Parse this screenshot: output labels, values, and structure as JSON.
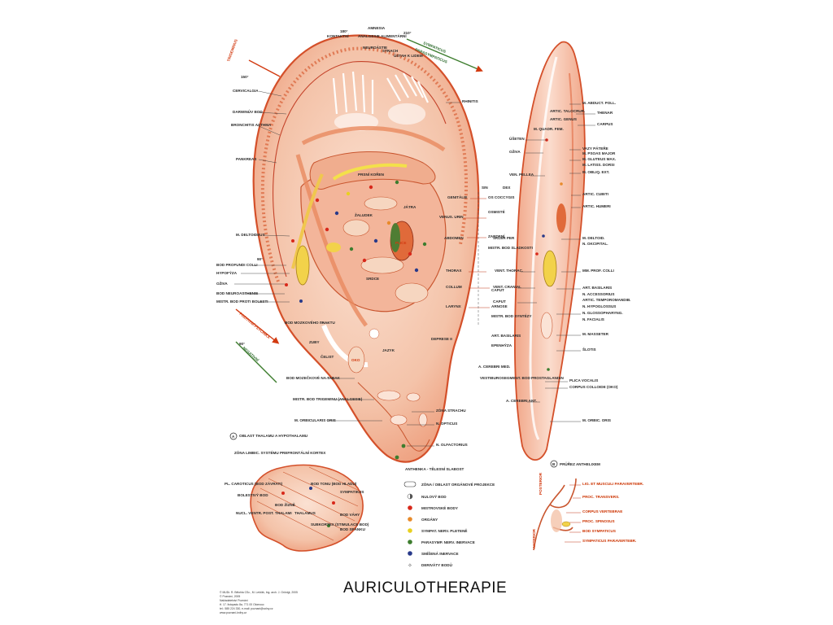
{
  "title": "AURICULOTHERAPIE",
  "credits": [
    "© MUDr. R. Bělohla CSc., M. Lešťák, Ing. arch. J. Grönigt, 2005",
    "© Poznání, 2005",
    "Nakladatelství Poznání",
    "tř. 17. listopadu 8a, 771 00 Olomouc",
    "tel.: 585 224 330, e-mail: poznani@volny.cz",
    "www.poznani-knihy.cz"
  ],
  "colors": {
    "ear_fill": "#f6cbb6",
    "ear_edge": "#d4502a",
    "ear_inner": "#e98a68",
    "ear_dark": "#b9462a",
    "yellow_point": "#e8d020",
    "green_point": "#3d7d2e",
    "red_point": "#d8281a",
    "blue_point": "#283a8a",
    "orange_point": "#e88a2a",
    "label_red": "#d23a10",
    "label_green": "#2f6b2f"
  },
  "angles": {
    "a180": "180°",
    "a210": "210°",
    "a150": "150°",
    "a90a": "90°",
    "a90b": "90°"
  },
  "ear_labels": {
    "top": [
      "AMNESIA",
      "KONTAKTNÍ",
      "ANALGESIE",
      "ALIMENTÁRNÍ",
      "NEUROÁSTIE",
      "STRACH",
      "ÚSTAH K LIDEM"
    ],
    "left": [
      "TRIGEMINUS",
      "CERVICALGIA",
      "DARWINŮV BOD",
      "BRONCHITIS ASTHMA",
      "PANKREAS",
      "M. DELTOIDEUS",
      "BOD PROFUNDI COLLI",
      "HYPOFÝZA",
      "OŽIVA",
      "BOD NEUROASTHENIE",
      "MISTR. BOD PROTI BOLESTI",
      "BOD MOZKOVÉHO TRAKTU",
      "BOD MOZEČKOVÉ NA TABAK",
      "MISTR. BOD TRIGEMINU (ANALGESIE)",
      "M. ORBICULARIS ORIS"
    ],
    "right": [
      "RHINITIS",
      "GENITÁLIE",
      "OS COCCYGIS",
      "VENUS. URIN",
      "OSMISTÉ",
      "ABDOMEN",
      "ZARDENÍ",
      "THORAX",
      "COLLUM",
      "CAPUT",
      "LARYNX",
      "ARNOSE",
      "DEPRESE II",
      "ZÓNA STRACHU",
      "N. OPTICUS",
      "N. OLFACTORIUS",
      "ANTHENKA - TĚLESNÍ SLABOST"
    ],
    "inner": [
      "PRSNÍ KOŘEN",
      "PLICE",
      "ZUBY",
      "OKO",
      "JAZYK",
      "ČELIST",
      "SRDCE",
      "JÁTRA",
      "ŽALUDEK"
    ]
  },
  "antihelix_labels": [
    "M. ABDUCT. POLL.",
    "THENAR",
    "CARPUS",
    "ARTIC. TALOCRUR.",
    "ARTIC. GENUS",
    "M. QUADR. FEM.",
    "VAZY PÁTEŘE",
    "M. PSOAS MAJOR",
    "M. GLUTEUS MAX.",
    "M. LATISS. DORSI",
    "M. OBLIQ. EXT.",
    "ARTIC. CUBITI",
    "ARTIC. HUMERI",
    "M. DELTOID.",
    "N. OKCIPITAL.",
    "MM. PROF. COLLI",
    "ART. BASILARIS",
    "N. ACCESSORIUS",
    "ARTIC. TEMPOROMANDIB.",
    "N. HYPOGLOSSUS",
    "N. GLOSSOPHARYNG.",
    "N. FACIALIS",
    "M. MASSETER",
    "ŠLOTIS",
    "A. CEREBRI MED.",
    "PLICA VOCALIS",
    "CORPUS COLLOIDE (OKO)",
    "M. ORBIC. ORIS",
    "ÚŠETEN",
    "OŽIVA",
    "VEN. PELLEA",
    "SKLER PER",
    "VENT. THORAC.",
    "MISTR. BOD SLADKOSTI",
    "VENT. CRANIAL",
    "CAPUT",
    "MISTR. BOD SYNTÉZY",
    "ART. BASILARIS",
    "EPENHÝZA",
    "VESTIBUROSEGMENT. BOD PROSTAGLANDIN",
    "A. CEREBRI ANT."
  ],
  "col_heads": {
    "sin": "SIN",
    "dex": "DEX"
  },
  "section_a": {
    "badge": "A",
    "caption": "OBLAST THALAMU A HYPOTHALAMU"
  },
  "section_a_labels": {
    "caption2": "ZÓNA LIMBIC. SYSTÉMU PREFRONTÁLNÍ KORTEX",
    "items": [
      "PL. CAROTICUS (BOD ZÁVRATI)",
      "BOLESTIVÝ BOD",
      "BOD TONU (BOD HLADU)",
      "BOD ŽÍZNĚ",
      "NUCL. VENTR. POST. THALAMI",
      "THALAMUS",
      "SYMPATIKUS",
      "SUBKORTEX (STIMULACE BOD)",
      "BOD VÁHY",
      "BOD SPÁNKU"
    ]
  },
  "section_b": {
    "badge": "B",
    "caption": "PRŮŘEZ ANTHELIXEM"
  },
  "section_b_labels": [
    "LIG. ET MUSCULI PARAVERTEBR.",
    "PROC. TRANSVERS.",
    "CORPUS VERTEBRAE",
    "PROC. SPINOSUS",
    "BOD SYMPATICUS",
    "SYMPATICUS PARAVERTEBR."
  ],
  "section_b_side": {
    "left": "POSTERIOR",
    "right": "ANTERIOR"
  },
  "legend": [
    {
      "symbol": "zone",
      "label": "ZÓNA / OBLAST ORGÁNOVÉ PROJEKCE"
    },
    {
      "symbol": "half",
      "label": "NULOVÝ BOD"
    },
    {
      "symbol": "dot",
      "color": "#d8281a",
      "label": "MISTROVSKÉ BODY"
    },
    {
      "symbol": "dot",
      "color": "#e88a2a",
      "label": "ORGÁNY"
    },
    {
      "symbol": "dot",
      "color": "#e8d020",
      "label": "SYMPAT. NERV. PLETENĚ"
    },
    {
      "symbol": "dot",
      "color": "#3d7d2e",
      "label": "PARASYMP. NERV. INERVACE"
    },
    {
      "symbol": "dot",
      "color": "#283a8a",
      "label": "SMÍŠENÁ INERVACE"
    },
    {
      "symbol": "star",
      "label": "DERIVÁTY BODŮ"
    }
  ],
  "arrow_labels": {
    "top_right": "SYMPATICUS",
    "top_right2": "PARASYMPATICUS",
    "left_low": "POZITIVNÍ PSYCHIKA",
    "left_low2": "NEGATIVNÍ"
  }
}
